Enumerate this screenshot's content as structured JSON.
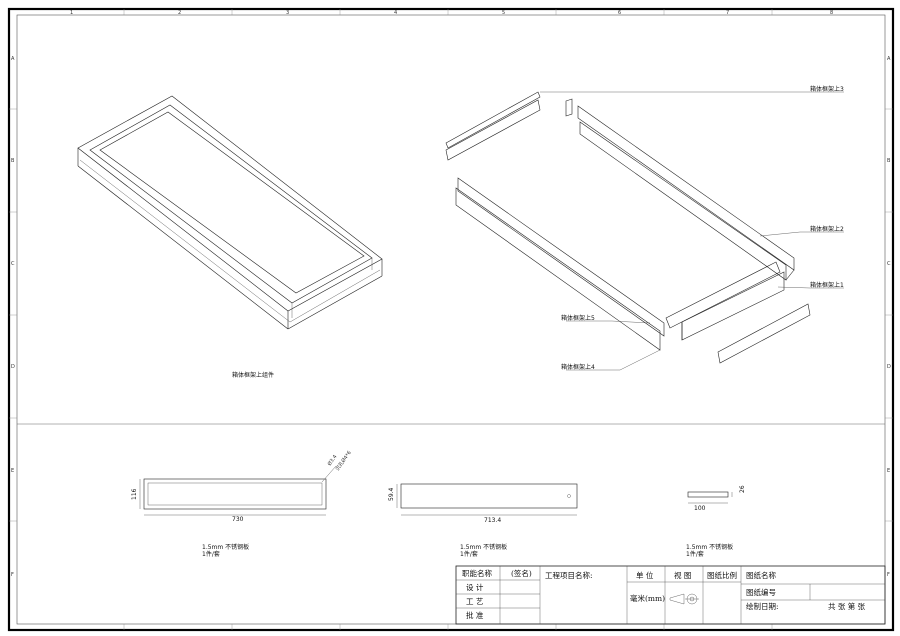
{
  "border": {
    "columns": [
      "1",
      "2",
      "3",
      "4",
      "5",
      "6",
      "7",
      "8"
    ],
    "rows": [
      "A",
      "B",
      "C",
      "D",
      "E",
      "F"
    ]
  },
  "views": {
    "assembly_caption": "箱体框架上组件",
    "parts": [
      {
        "label": "箱体框架上3"
      },
      {
        "label": "箱体框架上2"
      },
      {
        "label": "箱体框架上1"
      },
      {
        "label": "箱体框架上5"
      },
      {
        "label": "箱体框架上4"
      }
    ]
  },
  "details": [
    {
      "width": "730",
      "height": "116",
      "hole": "Ø3.4",
      "hole_note": "沉孔Ø4*6",
      "material": "1.5mm 不锈钢板",
      "qty": "1件/套"
    },
    {
      "width": "713.4",
      "height": "59.4",
      "material": "1.5mm 不锈钢板",
      "qty": "1件/套"
    },
    {
      "width": "100",
      "height": "26",
      "material": "1.5mm 不锈钢板",
      "qty": "1件/套"
    }
  ],
  "title_block": {
    "role": "职能名称",
    "sign": "(签名)",
    "design": "设  计",
    "process": "工  艺",
    "approve": "批  准",
    "project": "工程项目名称:",
    "unit": "单  位",
    "unit_value": "毫米(mm)",
    "view": "视  图",
    "scale": "图纸比例",
    "drawing_name": "图纸名称",
    "drawing_no": "图纸编号",
    "date": "绘制日期:",
    "sheets": "共   张  第   张"
  }
}
